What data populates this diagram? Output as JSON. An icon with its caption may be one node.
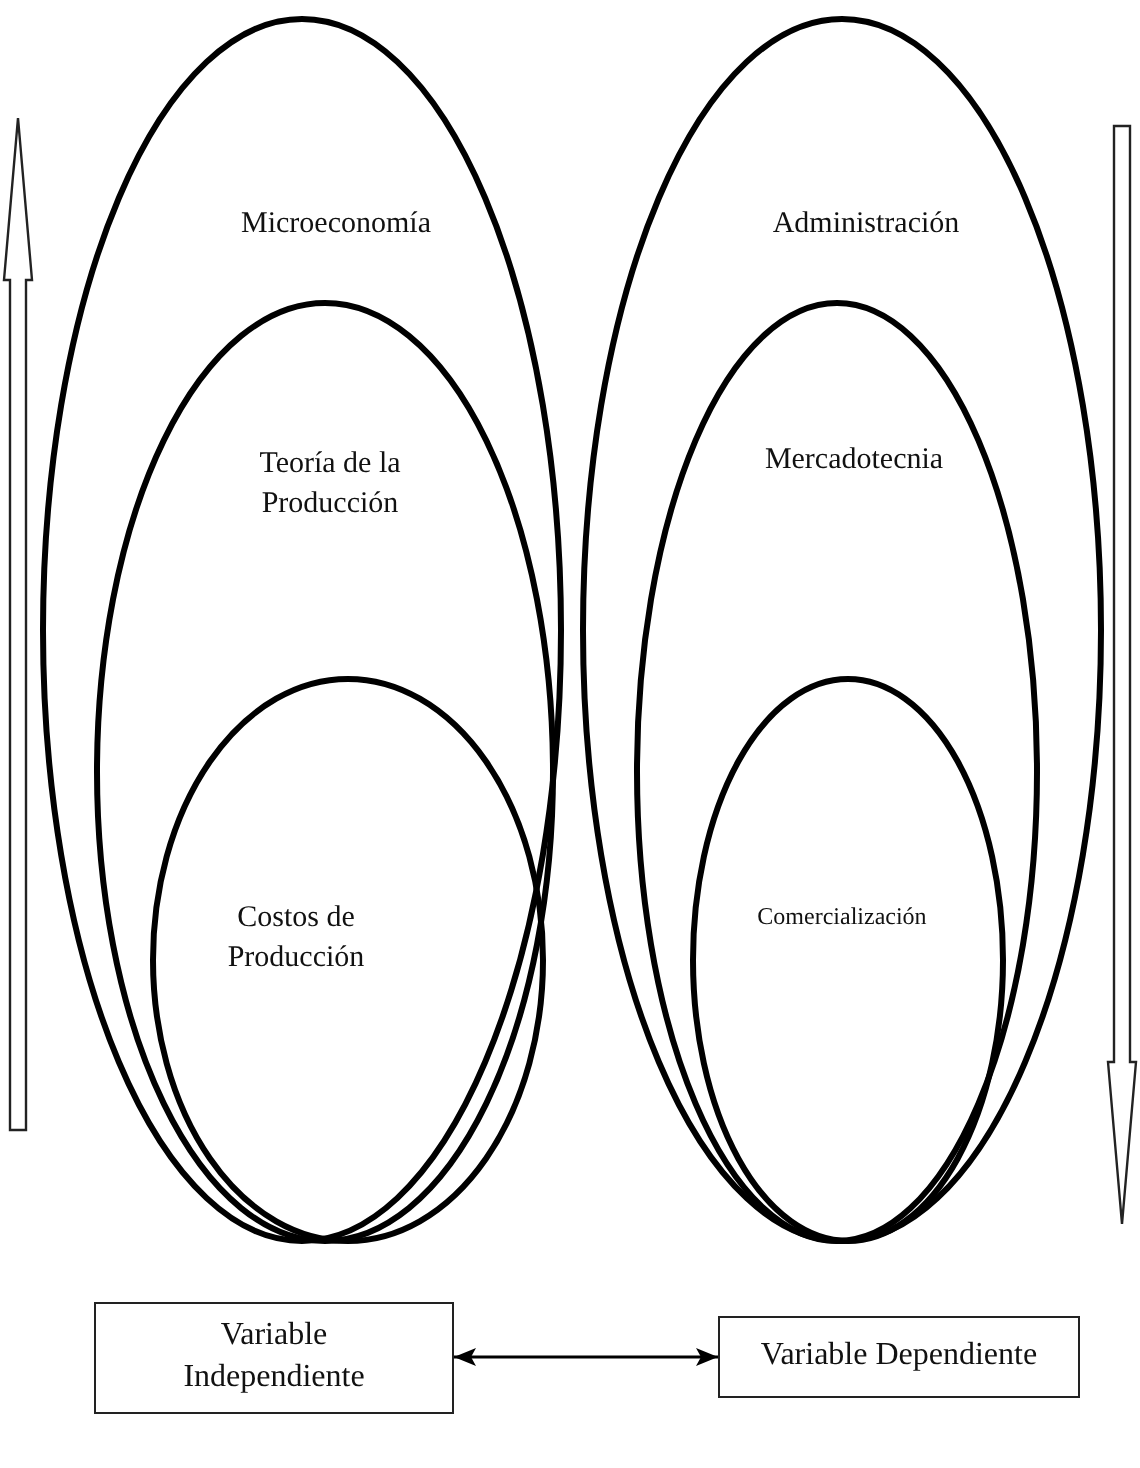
{
  "diagram": {
    "nodes": [
      {
        "text": [
          "Microeconomía"
        ]
      },
      {
        "text": [
          "Teoría de la Producción"
        ],
        "in": 0
      },
      {
        "text": [
          "Costos de Producción"
        ],
        "in": 1
      },
      {
        "text": [
          "Administración"
        ]
      },
      {
        "text": [
          "Mercadotecnia"
        ],
        "in": 3
      },
      {
        "text": [
          "Comercialización"
        ],
        "in": 4
      },
      {
        "text": [
          "Variable Independiente"
        ]
      },
      {
        "text": [
          "Variable Dependiente"
        ]
      }
    ],
    "edges": [
      {
        "from": 6,
        "to": 7,
        "arrow": "both"
      }
    ]
  }
}
